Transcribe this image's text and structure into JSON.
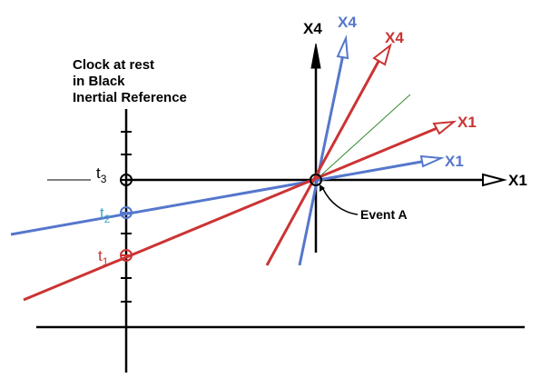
{
  "clock_label": [
    "Clock at rest",
    "in Black",
    "Inertial Reference"
  ],
  "event_label": "Event A",
  "black_axes": {
    "x": "X1",
    "t": "X4"
  },
  "blue_axes": {
    "x": "X1",
    "t": "X4"
  },
  "red_axes": {
    "x": "X1",
    "t": "X4"
  },
  "clock_ticks": [
    {
      "base": "t",
      "sub": "3",
      "color": "#000000"
    },
    {
      "base": "t",
      "sub": "2",
      "color": "#3da8c6"
    },
    {
      "base": "t",
      "sub": "1",
      "color": "#cc3333"
    }
  ],
  "colors": {
    "black": "#000000",
    "blue": "#5577cc",
    "red": "#cc3333",
    "light_cone": "#2e8b2e",
    "t2_label": "#3da8c6"
  }
}
